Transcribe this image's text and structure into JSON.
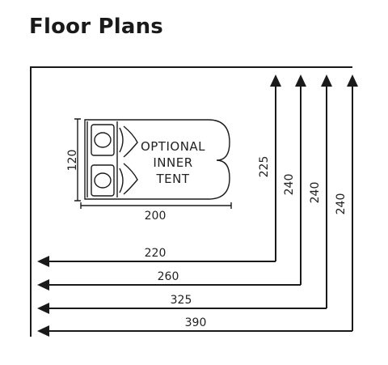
{
  "title": "Floor Plans",
  "inner_tent": {
    "label_lines": [
      "OPTIONAL",
      "INNER",
      "TENT"
    ],
    "width_label": "200",
    "depth_label": "120"
  },
  "dimensions": {
    "heights": [
      "225",
      "240",
      "240",
      "240"
    ],
    "widths": [
      "220",
      "260",
      "325",
      "390"
    ]
  },
  "colors": {
    "ink": "#1a1a1a",
    "background": "#ffffff"
  }
}
